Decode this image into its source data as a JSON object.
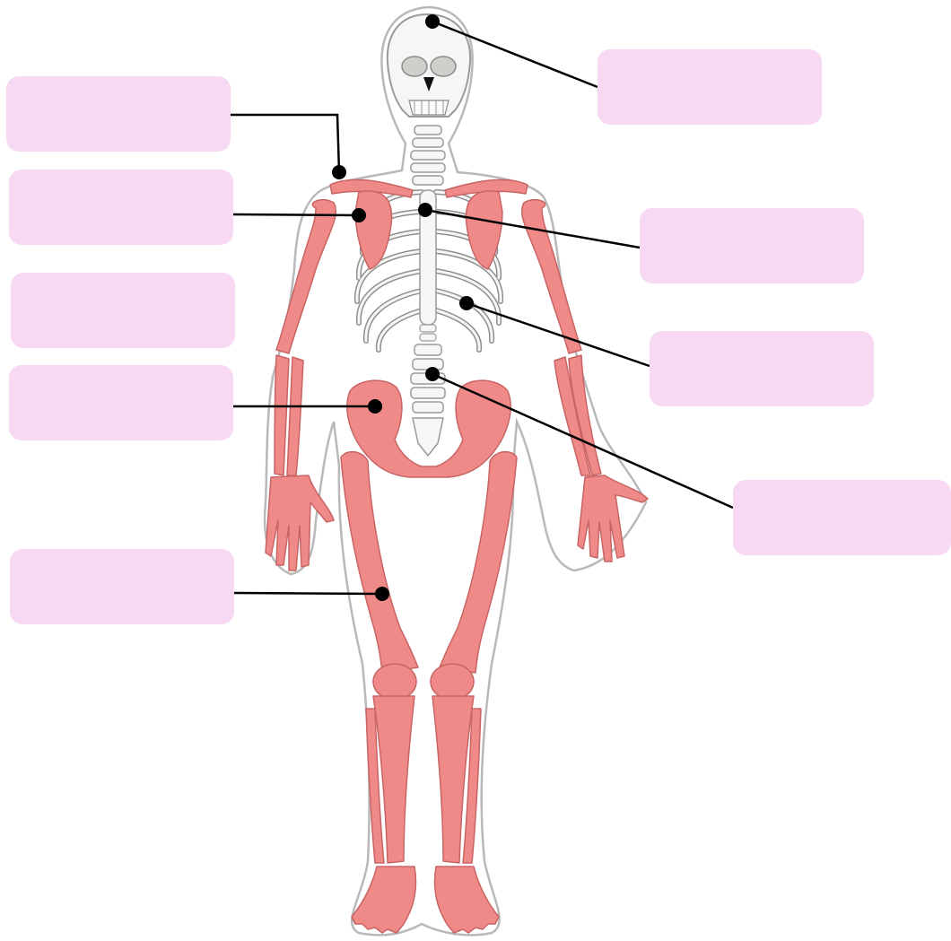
{
  "colors": {
    "box_fill": "#f8d9f3",
    "bone_highlight": "#ef8a89",
    "bone_outline": "#c86464",
    "axial_bone": "#f6f6f4",
    "axial_outline": "#9a9a9a",
    "body_outline": "#b9b9b9",
    "leader_line": "#000000"
  },
  "label_boxes": [
    {
      "id": "l1",
      "text": ""
    },
    {
      "id": "l2",
      "text": ""
    },
    {
      "id": "l3",
      "text": ""
    },
    {
      "id": "l4",
      "text": ""
    },
    {
      "id": "l5",
      "text": ""
    },
    {
      "id": "r1",
      "text": ""
    },
    {
      "id": "r2",
      "text": ""
    },
    {
      "id": "r3",
      "text": ""
    },
    {
      "id": "r4",
      "text": ""
    }
  ]
}
